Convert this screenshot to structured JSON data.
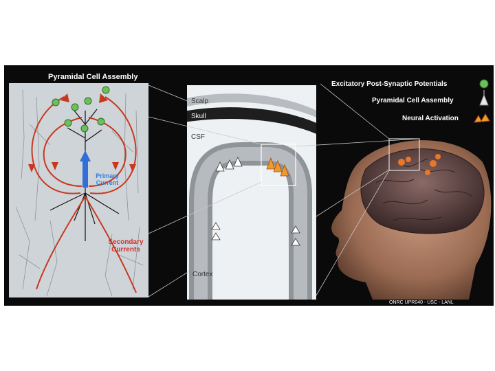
{
  "title": "Pyramidal Cell Assembly",
  "legend": [
    {
      "label": "Excitatory Post-Synaptic Potentials",
      "icon": "green-sphere-icon"
    },
    {
      "label": "Pyramidal Cell Assembly",
      "icon": "pyramidal-cell-icon"
    },
    {
      "label": "Neural Activation",
      "icon": "neural-activation-icon"
    }
  ],
  "left_panel": {
    "primary": "Primary\nCurrent",
    "secondary": "Secondary\nCurrents"
  },
  "middle_panel": {
    "scalp": "Scalp",
    "skull": "Skull",
    "csf": "CSF",
    "cortex": "Cortex"
  },
  "credit": "ONRC UPR040 - USC - LANL",
  "colors": {
    "background": "#0a0a0a",
    "current_red": "#c8381f",
    "primary_blue": "#2f6fd6",
    "epsp_green": "#6cbf5a",
    "activation_orange": "#f09a2a"
  }
}
